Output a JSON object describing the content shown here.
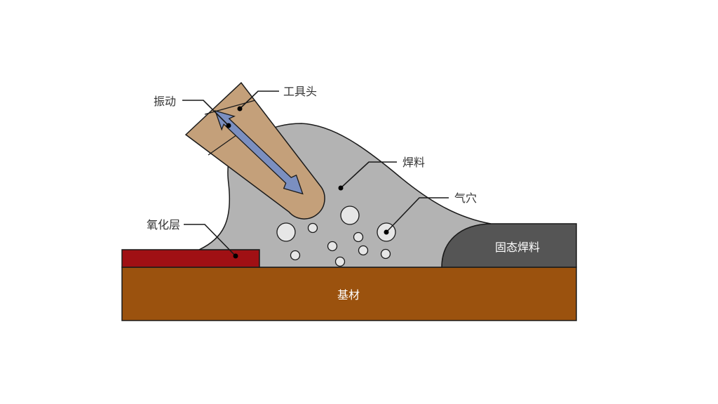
{
  "labels": {
    "tool_head": "工具头",
    "vibration": "振动",
    "solder": "焊料",
    "pore": "气穴",
    "oxide_layer": "氧化层",
    "solid_solder": "固态焊料",
    "substrate": "基材"
  },
  "colors": {
    "substrate": "#9b520e",
    "oxide_layer": "#a01014",
    "solid_solder": "#555555",
    "molten_solder": "#b3b3b3",
    "tool_head": "#c4a07a",
    "vibration_arrow": "#7b8fc0",
    "bubble": "#e6e6e6",
    "outline": "#1a1a1a"
  },
  "icons": {
    "vibration": "double-headed-arrow-icon"
  }
}
